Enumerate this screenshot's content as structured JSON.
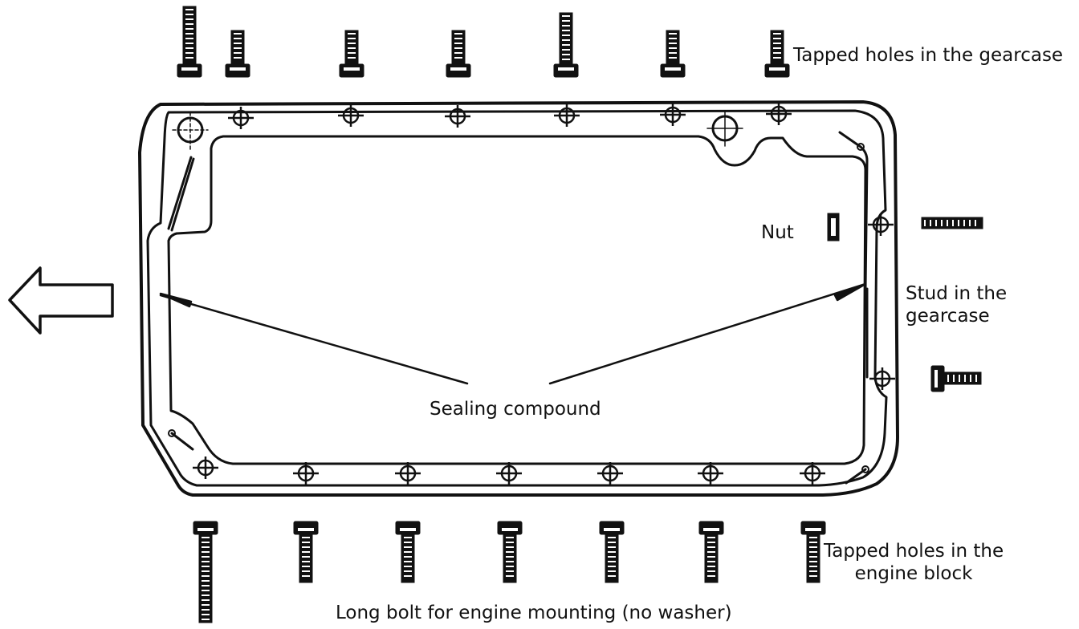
{
  "labels": {
    "tapped_gearcase": "Tapped holes in the gearcase",
    "nut": "Nut",
    "stud_line1": "Stud in the",
    "stud_line2": "gearcase",
    "sealing": "Sealing compound",
    "tapped_engine_line1": "Tapped holes in the",
    "tapped_engine_line2": "engine block",
    "long_bolt": "Long bolt for engine mounting (no washer)"
  },
  "counts": {
    "top_bolts": 7,
    "bottom_bolts": 7,
    "right_fasteners": 3
  },
  "icons": [
    "left-arrow-icon",
    "bolt-icon",
    "stud-icon",
    "nut-icon",
    "hole-crosshair-icon"
  ],
  "colors": {
    "ink": "#111111",
    "background": "#ffffff"
  }
}
